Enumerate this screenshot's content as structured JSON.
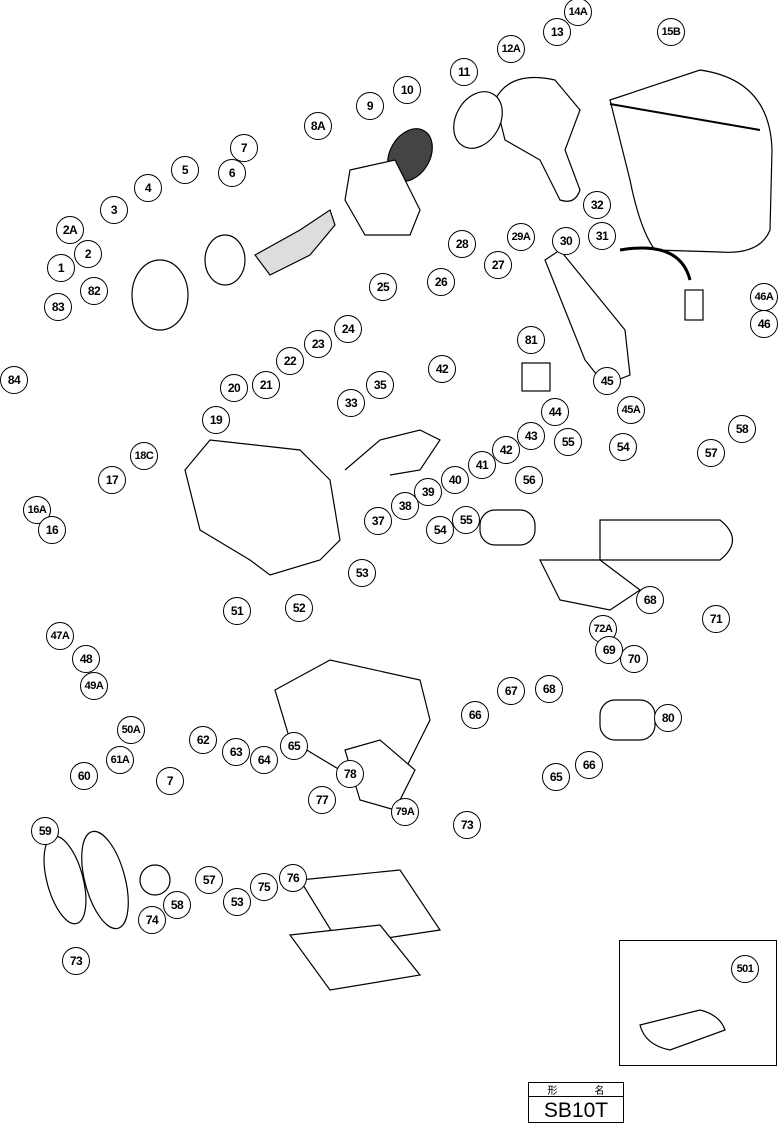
{
  "diagram": {
    "type": "exploded-parts-diagram",
    "callouts": [
      "14A",
      "13",
      "15B",
      "12A",
      "11",
      "10",
      "9",
      "8A",
      "7",
      "6",
      "5",
      "4",
      "3",
      "2A",
      "2",
      "1",
      "82",
      "83",
      "84",
      "32",
      "28",
      "30",
      "31",
      "29A",
      "27",
      "26",
      "46A",
      "46",
      "25",
      "24",
      "23",
      "22",
      "81",
      "42",
      "35",
      "33",
      "20",
      "21",
      "19",
      "18C",
      "17",
      "16A",
      "16",
      "42",
      "43",
      "44",
      "45",
      "45A",
      "41",
      "40",
      "39",
      "38",
      "37",
      "56",
      "55",
      "54",
      "57",
      "58",
      "55",
      "54",
      "53",
      "52",
      "51",
      "47A",
      "48",
      "49A",
      "68",
      "72A",
      "71",
      "70",
      "69",
      "68",
      "67",
      "66",
      "80",
      "50A",
      "65",
      "64",
      "63",
      "62",
      "61A",
      "60",
      "7",
      "59",
      "78",
      "77",
      "79A",
      "73",
      "65",
      "66",
      "76",
      "75",
      "53",
      "57",
      "58",
      "74",
      "73",
      "501"
    ]
  },
  "model": {
    "header_left": "形",
    "header_right": "名",
    "value": "SB10T"
  }
}
